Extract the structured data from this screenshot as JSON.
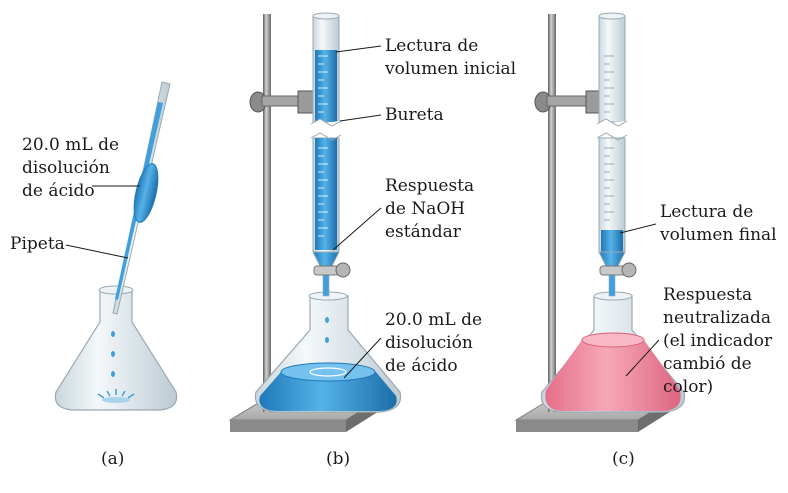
{
  "panels": {
    "a": {
      "caption": "(a)",
      "acid_label": [
        "20.0 mL de",
        "disolución",
        "de ácido"
      ],
      "pipette_label": "Pipeta"
    },
    "b": {
      "caption": "(b)",
      "initial_reading_label": [
        "Lectura de",
        "volumen inicial"
      ],
      "burette_label": "Bureta",
      "naoh_label": [
        "Respuesta",
        "de NaOH",
        "estándar"
      ],
      "acid_label": [
        "20.0 mL de",
        "disolución",
        "de ácido"
      ]
    },
    "c": {
      "caption": "(c)",
      "final_reading_label": [
        "Lectura de",
        "volumen final"
      ],
      "neutralized_label": [
        "Respuesta",
        "neutralizada",
        "(el indicador",
        "cambió de",
        "color)"
      ]
    }
  },
  "colors": {
    "glass": "#dfe8ee",
    "glass_edge": "#9aa9b3",
    "blue_solution": "#3fa0dc",
    "blue_dark": "#1f78b8",
    "pink_solution": "#f08aa0",
    "stand_metal": "#8c8c8c",
    "base_top": "#b9b9b9",
    "base_side": "#7d7d7d"
  }
}
